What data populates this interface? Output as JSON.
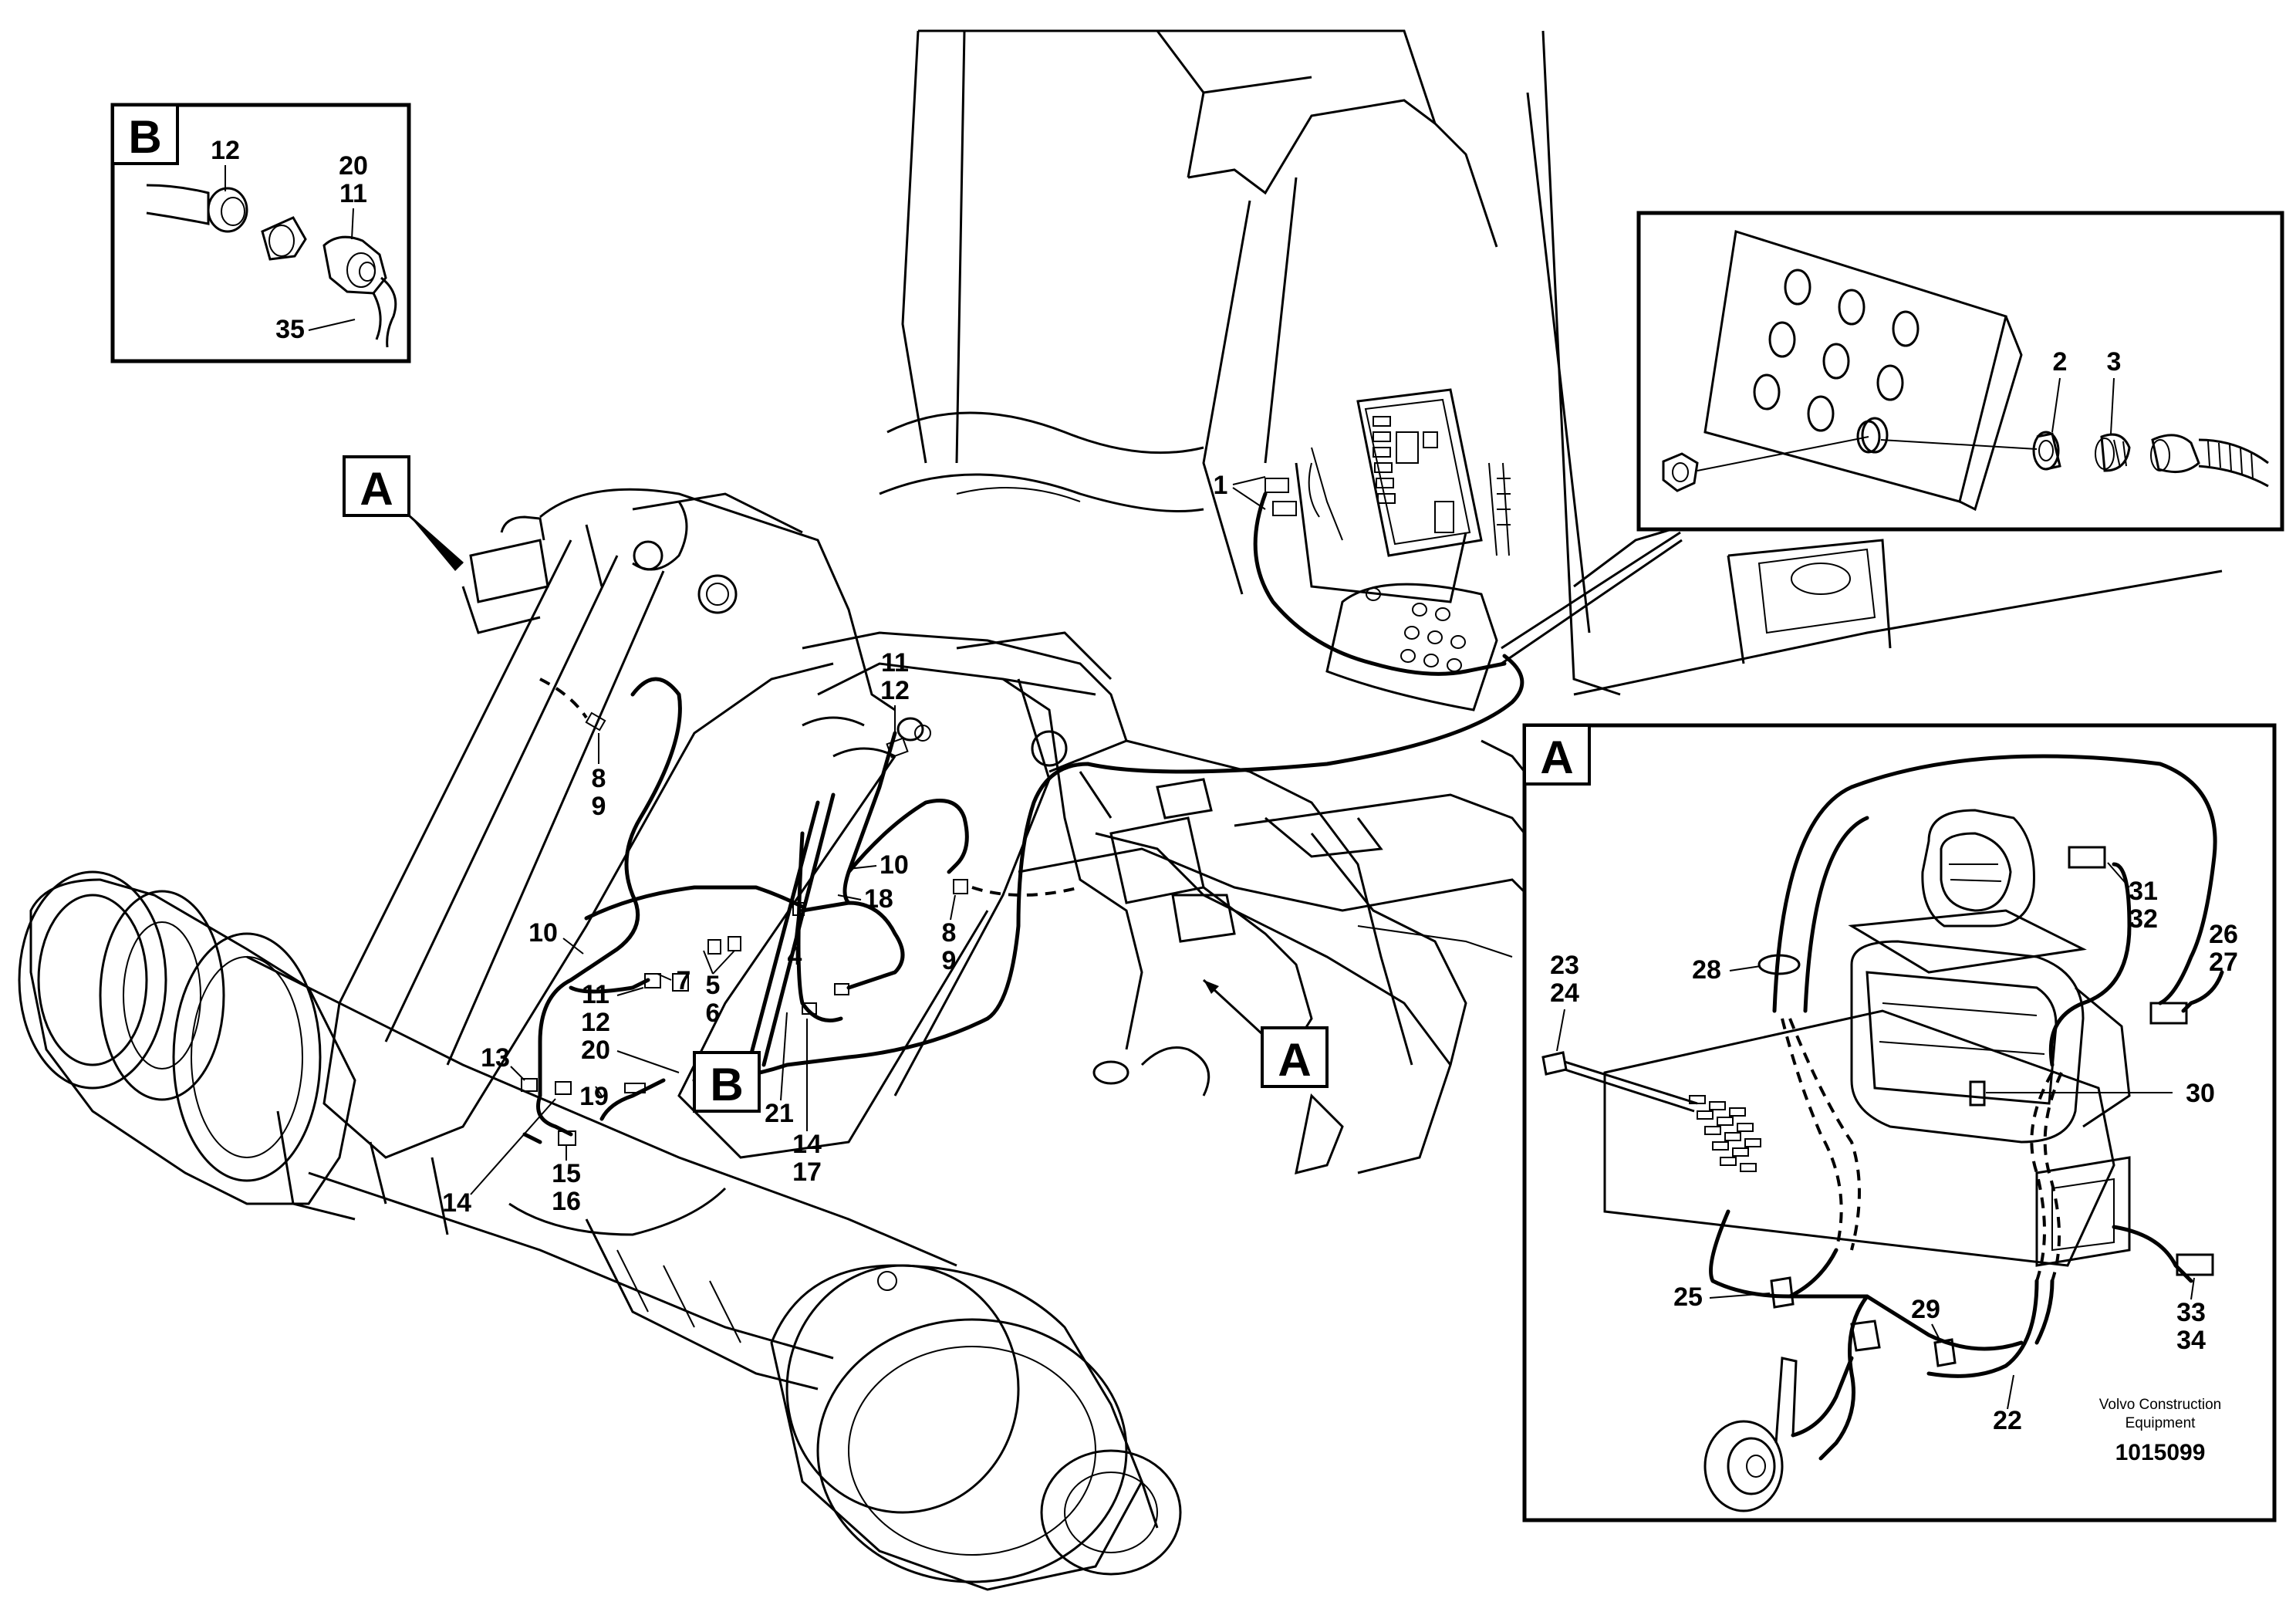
{
  "frames": {
    "detail_b": {
      "letter": "B"
    },
    "detail_a": {
      "letter": "A"
    }
  },
  "tags": {
    "a_upper": "A",
    "a_lower": "A",
    "b_center": "B"
  },
  "callouts": {
    "b_12": "12",
    "b_20": "20",
    "b_11": "11",
    "b_35": "35",
    "c_1": "1",
    "c_2": "2",
    "c_3": "3",
    "m_8_left": "8",
    "m_9_left": "9",
    "m_11_top": "11",
    "m_12_top": "12",
    "m_10_right": "10",
    "m_18": "18",
    "m_10_left": "10",
    "m_7": "7",
    "m_5": "5",
    "m_6": "6",
    "m_4": "4",
    "m_8_right": "8",
    "m_9_right": "9",
    "m_11_low": "11",
    "m_12_low": "12",
    "m_20": "20",
    "m_13": "13",
    "m_19": "19",
    "m_14_left": "14",
    "m_15": "15",
    "m_16": "16",
    "m_21": "21",
    "m_14_mid": "14",
    "m_17": "17",
    "a_23": "23",
    "a_24": "24",
    "a_28": "28",
    "a_31": "31",
    "a_32": "32",
    "a_26": "26",
    "a_27": "27",
    "a_30": "30",
    "a_25": "25",
    "a_29": "29",
    "a_22": "22",
    "a_33": "33",
    "a_34": "34"
  },
  "footer": {
    "brand_line1": "Volvo Construction",
    "brand_line2": "Equipment",
    "doc_number": "1015099"
  }
}
